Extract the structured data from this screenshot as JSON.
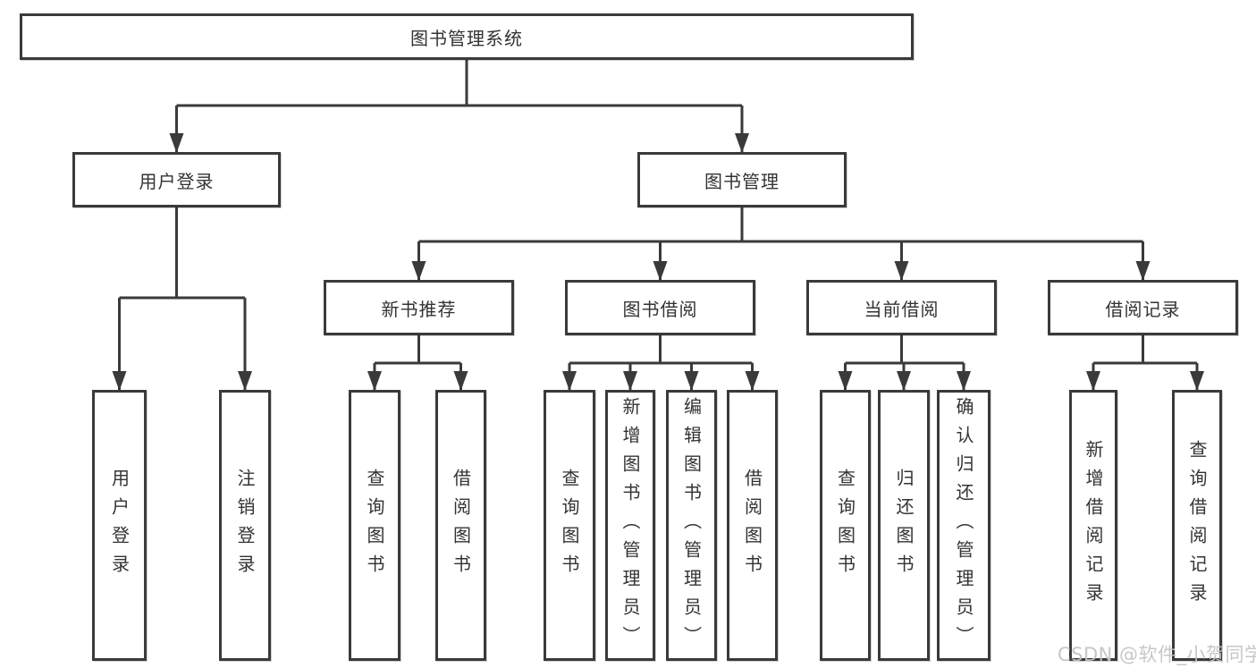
{
  "tree": {
    "label": "图书管理系统",
    "children": [
      {
        "label": "用户登录",
        "children": [
          {
            "label": "用户登录"
          },
          {
            "label": "注销登录"
          }
        ]
      },
      {
        "label": "图书管理",
        "children": [
          {
            "label": "新书推荐",
            "children": [
              {
                "label": "查询图书"
              },
              {
                "label": "借阅图书"
              }
            ]
          },
          {
            "label": "图书借阅",
            "children": [
              {
                "label": "查询图书"
              },
              {
                "label": "新增图书（管理员）"
              },
              {
                "label": "编辑图书（管理员）"
              },
              {
                "label": "借阅图书"
              }
            ]
          },
          {
            "label": "当前借阅",
            "children": [
              {
                "label": "查询图书"
              },
              {
                "label": "归还图书"
              },
              {
                "label": "确认归还（管理员）"
              }
            ]
          },
          {
            "label": "借阅记录",
            "children": [
              {
                "label": "新增借阅记录"
              },
              {
                "label": "查询借阅记录"
              }
            ]
          }
        ]
      }
    ]
  },
  "watermark": {
    "text": "CSDN @软件_小贺同学"
  },
  "colors": {
    "line": "#3a3a3a",
    "text": "#333333",
    "watermark": "#c4c4c4",
    "node_background": "#ffffff",
    "page_background": "#ffffff"
  }
}
